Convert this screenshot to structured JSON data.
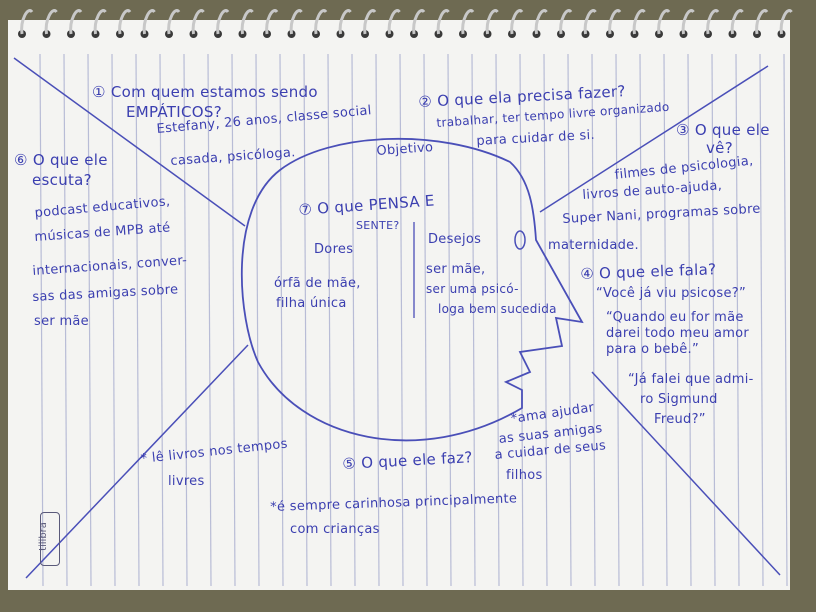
{
  "sections": {
    "s1_title": "① Com quem estamos sendo",
    "s1_title_2": "EMPÁTICOS?",
    "s1_body_1": "Estefany, 26 anos, classe social",
    "s1_body_2": "casada, psicóloga.",
    "s2_title": "② O que ela precisa fazer?",
    "s2_body_1": "trabalhar, ter tempo livre organizado",
    "s2_body_2": "para cuidar de si.",
    "s2_objective": "Objetivo",
    "s3_title": "③ O que ele",
    "s3_title_2": "vê?",
    "s3_body_1": "filmes de psicologia,",
    "s3_body_2": "livros de auto-ajuda,",
    "s3_body_3": "Super Nani, programas sobre",
    "s3_body_4": "maternidade.",
    "s4_title": "④ O que ele fala?",
    "s4_quote1": "“Você já viu psicose?”",
    "s4_quote2_1": "“Quando eu for mãe",
    "s4_quote2_2": "darei todo meu amor",
    "s4_quote2_3": "para o bebê.”",
    "s4_quote3_1": "“Já falei que admi-",
    "s4_quote3_2": "ro Sigmund",
    "s4_quote3_3": "Freud?”",
    "s5_title": "⑤ O que ele faz?",
    "s5_item1_1": "*ama ajudar",
    "s5_item1_2": "as suas amigas",
    "s5_item1_3": "a cuidar de seus",
    "s5_item1_4": "filhos",
    "s5_item2_1": "* lê livros nos tempos",
    "s5_item2_2": "livres",
    "s5_item3_1": "*é sempre carinhosa principalmente",
    "s5_item3_2": "com crianças",
    "s6_title": "⑥ O que ele",
    "s6_title_2": "escuta?",
    "s6_body_1": "podcast educativos,",
    "s6_body_2": "músicas de MPB até",
    "s6_body_3": "internacionais, conver-",
    "s6_body_4": "sas das amigas sobre",
    "s6_body_5": "ser mãe",
    "s7_title": "⑦ O que PENSA E",
    "s7_title_2": "SENTE?",
    "s7_pains": "Dores",
    "s7_pains_1": "órfã de mãe,",
    "s7_pains_2": "filha única",
    "s7_desires": "Desejos",
    "s7_desires_1": "ser mãe,",
    "s7_desires_2": "ser uma psicó-",
    "s7_desires_3": "loga bem sucedida"
  },
  "brand_mark": "tilibra",
  "colors": {
    "ink": "#3b3fb0",
    "paper": "#f4f4f2",
    "rule": "#b8bcd6",
    "margin_shadow": "#6e6a52"
  }
}
